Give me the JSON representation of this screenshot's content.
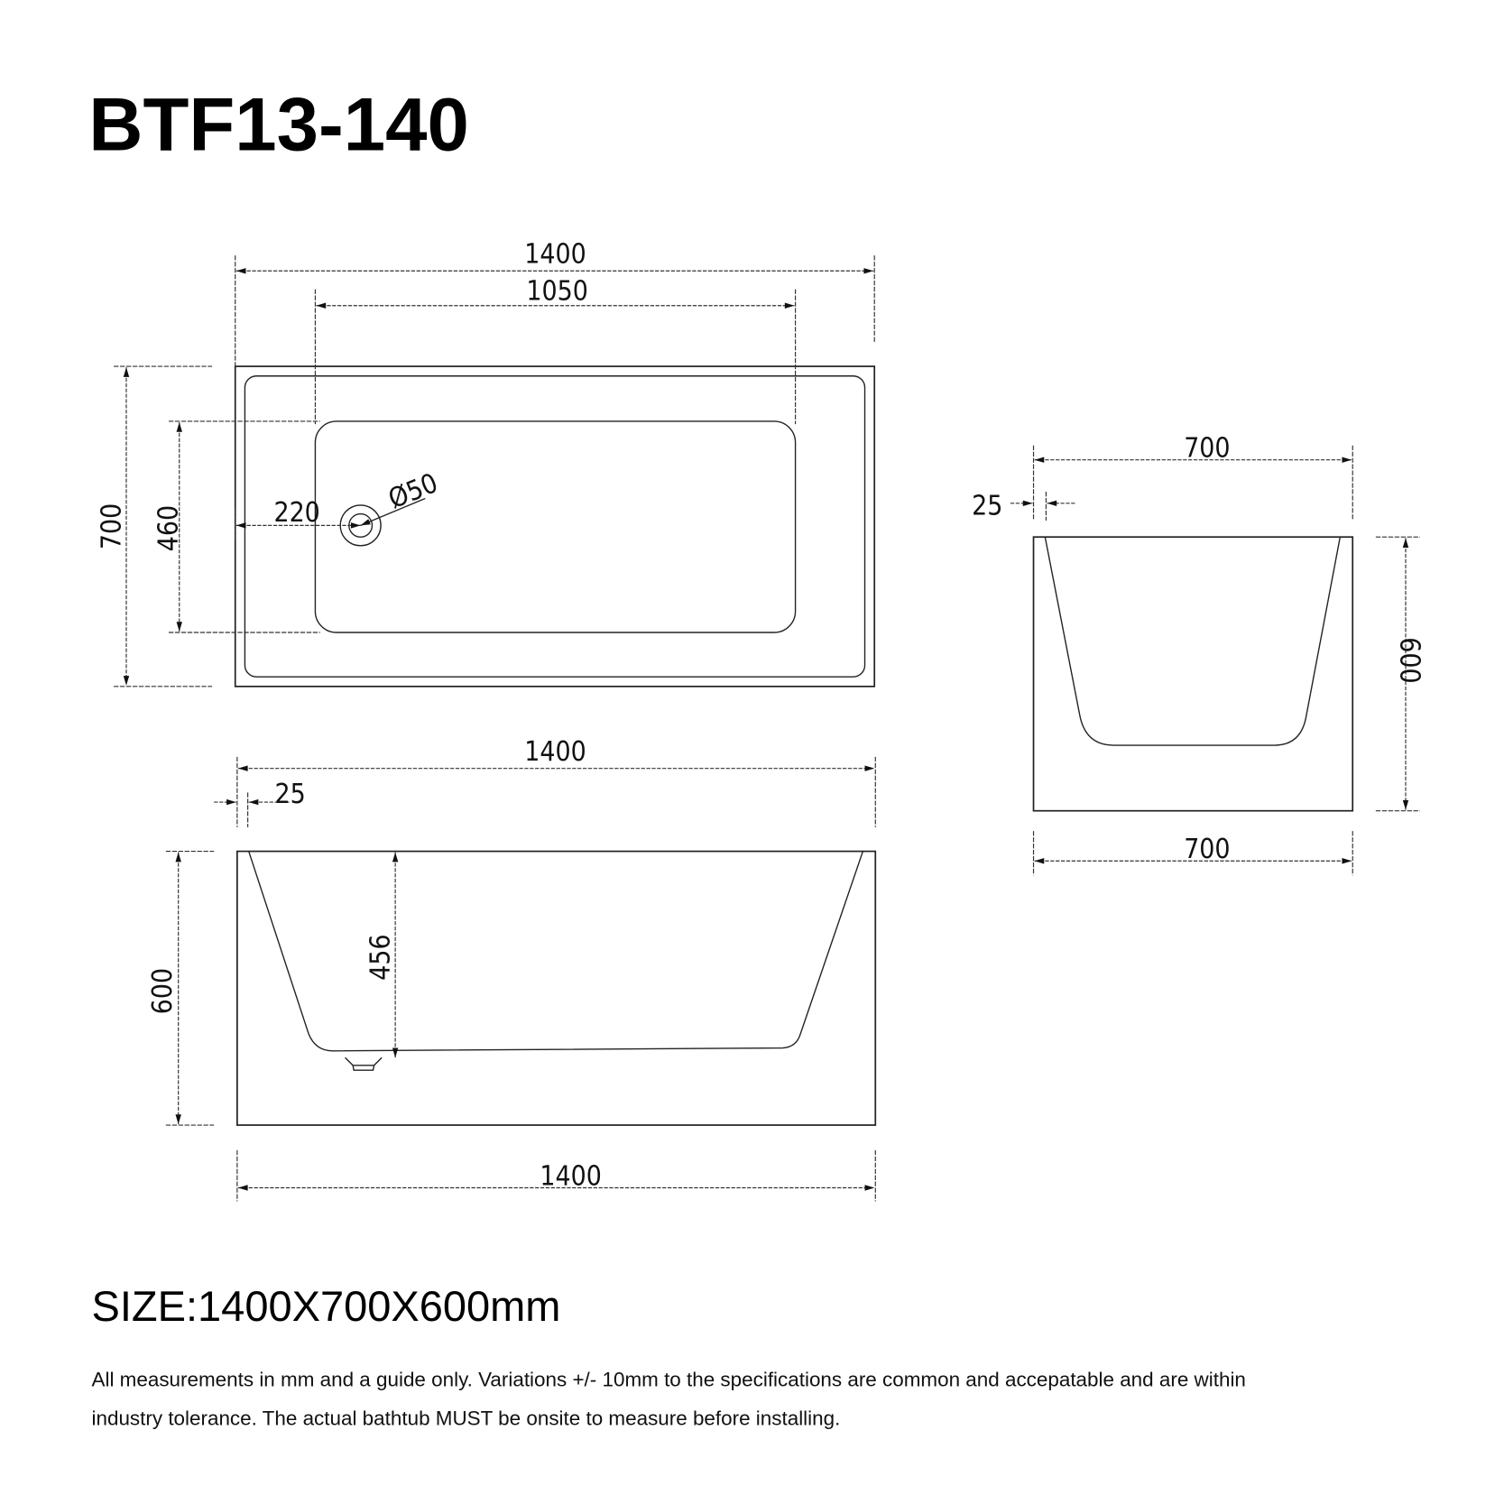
{
  "title": "BTF13-140",
  "colors": {
    "line": "#222222",
    "text": "#000000",
    "background": "#ffffff"
  },
  "plan_view": {
    "overall_length": "1400",
    "basin_length": "1050",
    "overall_width": "700",
    "basin_width": "460",
    "drain_offset": "220",
    "drain_diameter": "Ø50"
  },
  "front_view": {
    "overall_length_top": "1400",
    "rim_thickness": "25",
    "overall_height": "600",
    "basin_depth": "456",
    "overall_length_bottom": "1400"
  },
  "side_view": {
    "overall_width_top": "700",
    "rim_thickness": "25",
    "overall_height": "600",
    "overall_width_bottom": "700"
  },
  "size_label": "SIZE:1400X700X600mm",
  "notes": [
    "All measurements in mm and a guide only. Variations +/- 10mm to the specifications are common and accepatable and are within",
    "industry tolerance. The actual bathtub MUST be onsite to measure before installing."
  ]
}
